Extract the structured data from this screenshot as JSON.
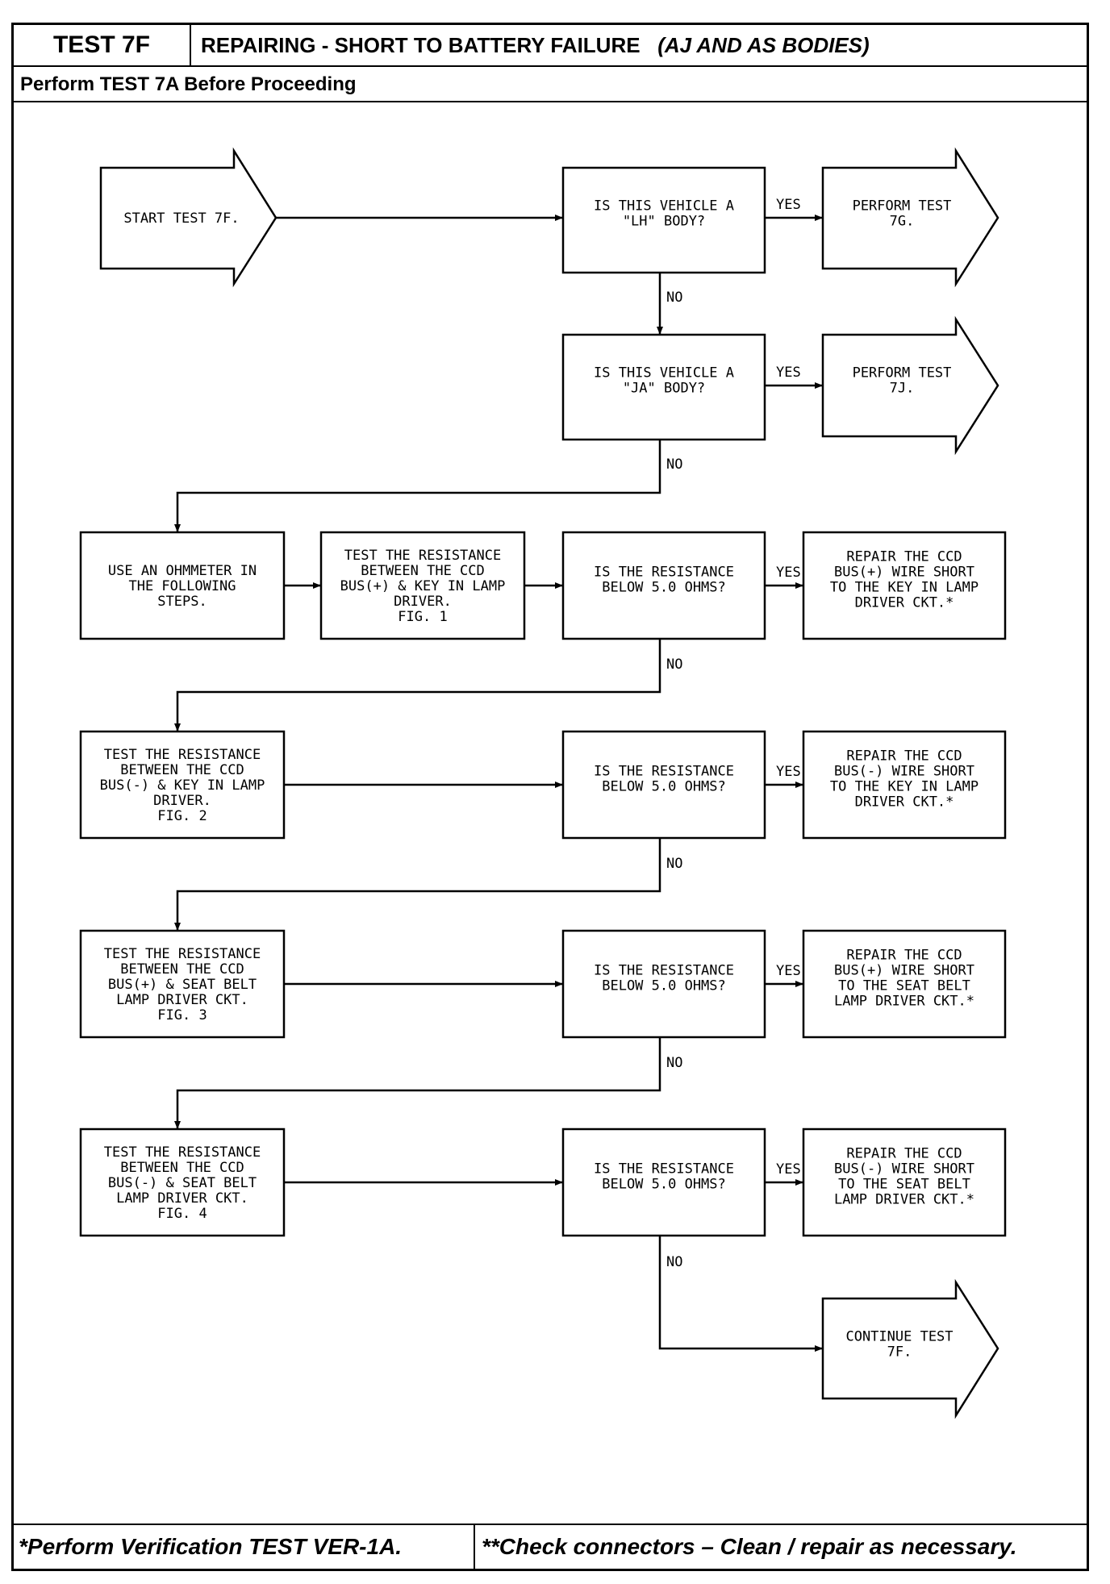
{
  "header": {
    "test_id": "TEST 7F",
    "title": "REPAIRING - SHORT TO BATTERY FAILURE",
    "title_bodies": "(AJ AND AS BODIES)",
    "prerequisite": "Perform TEST 7A Before Proceeding"
  },
  "footer": {
    "left": "*Perform Verification TEST VER-1A.",
    "right": "**Check connectors – Clean / repair as necessary."
  },
  "flow": {
    "start": [
      "START TEST 7F."
    ],
    "q_lh": [
      "IS THIS VEHICLE A",
      "\"LH\" BODY?"
    ],
    "go_7g": [
      "PERFORM TEST",
      "7G."
    ],
    "q_ja": [
      "IS THIS VEHICLE A",
      "\"JA\" BODY?"
    ],
    "go_7j": [
      "PERFORM TEST",
      "7J."
    ],
    "ohmmeter": [
      "USE AN OHMMETER IN",
      "THE FOLLOWING",
      "STEPS."
    ],
    "test1": [
      "TEST THE RESISTANCE",
      "BETWEEN THE CCD",
      "BUS(+) & KEY IN LAMP",
      "DRIVER.",
      "FIG. 1"
    ],
    "q1": [
      "IS THE RESISTANCE",
      "BELOW 5.0 OHMS?"
    ],
    "r1": [
      "REPAIR THE CCD",
      "BUS(+) WIRE SHORT",
      "TO THE KEY IN LAMP",
      "DRIVER CKT.*"
    ],
    "test2": [
      "TEST THE RESISTANCE",
      "BETWEEN THE CCD",
      "BUS(-) & KEY IN LAMP",
      "DRIVER.",
      "FIG. 2"
    ],
    "q2": [
      "IS THE RESISTANCE",
      "BELOW 5.0 OHMS?"
    ],
    "r2": [
      "REPAIR THE CCD",
      "BUS(-) WIRE SHORT",
      "TO THE KEY IN LAMP",
      "DRIVER CKT.*"
    ],
    "test3": [
      "TEST THE RESISTANCE",
      "BETWEEN THE CCD",
      "BUS(+) & SEAT BELT",
      "LAMP DRIVER CKT.",
      "FIG. 3"
    ],
    "q3": [
      "IS THE RESISTANCE",
      "BELOW 5.0 OHMS?"
    ],
    "r3": [
      "REPAIR THE CCD",
      "BUS(+) WIRE SHORT",
      "TO THE SEAT BELT",
      "LAMP DRIVER CKT.*"
    ],
    "test4": [
      "TEST THE RESISTANCE",
      "BETWEEN THE CCD",
      "BUS(-) & SEAT BELT",
      "LAMP DRIVER CKT.",
      "FIG. 4"
    ],
    "q4": [
      "IS THE RESISTANCE",
      "BELOW 5.0 OHMS?"
    ],
    "r4": [
      "REPAIR THE CCD",
      "BUS(-) WIRE SHORT",
      "TO THE SEAT BELT",
      "LAMP DRIVER CKT.*"
    ],
    "continue": [
      "CONTINUE TEST",
      "7F."
    ],
    "yes": "YES",
    "no": "NO"
  }
}
